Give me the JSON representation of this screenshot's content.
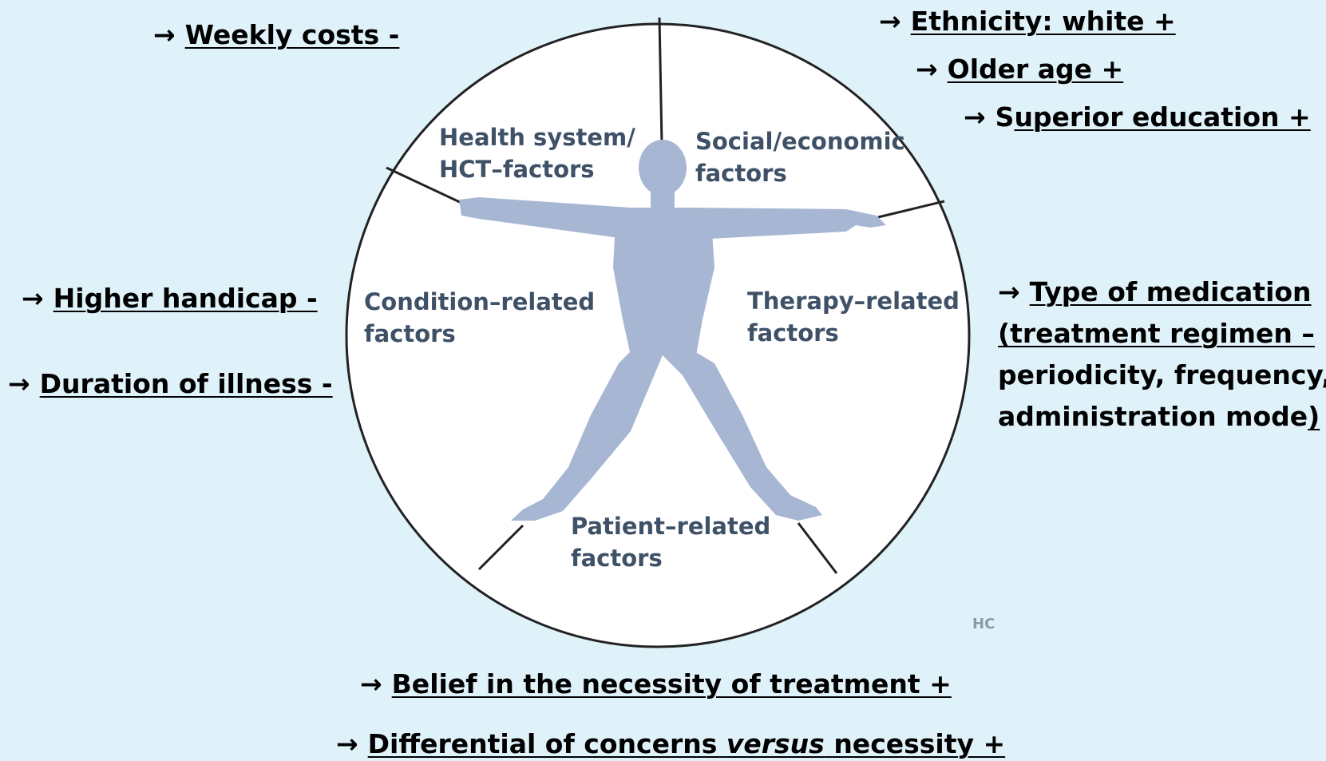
{
  "diagram": {
    "segments": {
      "health_system": [
        "Health system/",
        "HCT–factors"
      ],
      "social_economic": [
        "Social/economic",
        "factors"
      ],
      "condition_related": [
        "Condition–related",
        "factors"
      ],
      "therapy_related": [
        "Therapy–related",
        "factors"
      ],
      "patient_related": [
        "Patient–related",
        "factors"
      ]
    },
    "watermark": "HC"
  },
  "annotations": {
    "arrow": "→",
    "weekly_costs": "Weekly costs -",
    "ethnicity": "Ethnicity: white +",
    "older_age": "Older age +",
    "superior_education_s": "S",
    "superior_education_rest": "uperior education +",
    "higher_handicap": "Higher handicap -",
    "duration_of_illness": "Duration of illness -",
    "type_of_medication": {
      "line1": "Type of medication",
      "line2": "(treatment regimen –",
      "line3": "periodicity, frequency,",
      "line4_text": "administration mode",
      "line4_underlined": ")"
    },
    "belief": "Belief in the necessity of treatment +",
    "differential_before": "Differential of concerns ",
    "differential_italic": "versus",
    "differential_after": " necessity +"
  }
}
